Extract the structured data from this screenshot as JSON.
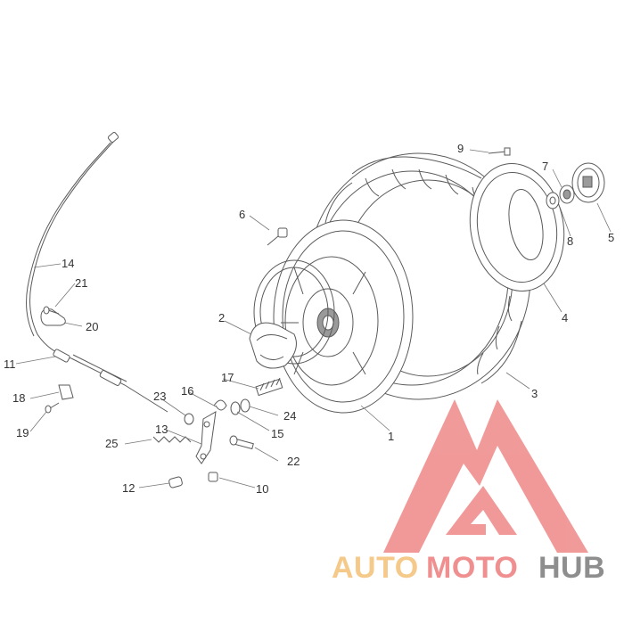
{
  "callouts": {
    "n1": "1",
    "n2": "2",
    "n3": "3",
    "n4": "4",
    "n5": "5",
    "n6": "6",
    "n7": "7",
    "n8": "8",
    "n9": "9",
    "n10": "10",
    "n11": "11",
    "n12": "12",
    "n13": "13",
    "n14": "14",
    "n15": "15",
    "n16": "16",
    "n17": "17",
    "n18": "18",
    "n19": "19",
    "n20": "20",
    "n21": "21",
    "n22": "22",
    "n23": "23",
    "n24": "24",
    "n25": "25"
  },
  "watermark": {
    "brand_part1": "AUTO",
    "brand_part2": "MOTO",
    "brand_part3": "HUB",
    "color_yellow": "#f5c98a",
    "color_red": "#f08f8f",
    "color_gray": "#8e8e8e"
  }
}
